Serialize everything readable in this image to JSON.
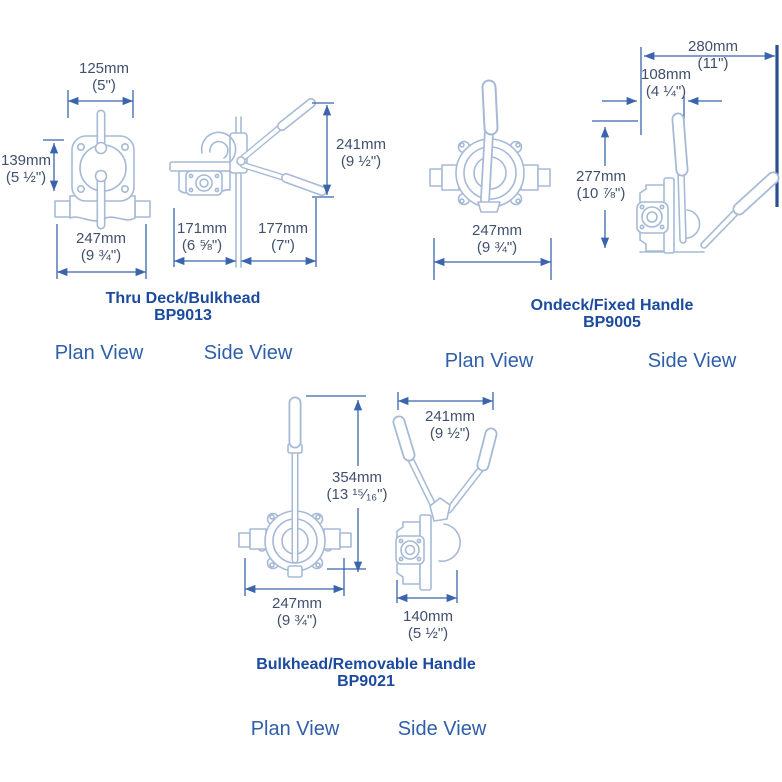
{
  "palette": {
    "line_art": "#a6bad6",
    "dimension_lines": "#3a65ae",
    "dimension_text": "#41506e",
    "title_text": "#1b4a9e",
    "view_label_text": "#2f5fa9",
    "edge_extension_line": "#27508d",
    "background": "#ffffff"
  },
  "diagram": {
    "products": [
      {
        "name": "Thru Deck/Bulkhead",
        "model": "BP9013",
        "plan_label": "Plan View",
        "side_label": "Side View",
        "dims": {
          "plan_top_mm": "125mm",
          "plan_top_in": "(5\")",
          "plan_left_mm": "139mm",
          "plan_left_in": "(5 ½\")",
          "plan_bottom_mm": "247mm",
          "plan_bottom_in": "(9 ¾\")",
          "side_height_mm": "241mm",
          "side_height_in": "(9 ½\")",
          "side_left_mm": "171mm",
          "side_left_in": "(6 ⅝\")",
          "side_right_mm": "177mm",
          "side_right_in": "(7\")"
        }
      },
      {
        "name": "Ondeck/Fixed Handle",
        "model": "BP9005",
        "plan_label": "Plan View",
        "side_label": "Side View",
        "dims": {
          "plan_bottom_mm": "247mm",
          "plan_bottom_in": "(9 ¾\")",
          "side_top_mm": "280mm",
          "side_top_in": "(11\")",
          "side_offset_mm": "108mm",
          "side_offset_in": "(4 ¼\")",
          "side_height_mm": "277mm",
          "side_height_in": "(10 ⅞\")"
        }
      },
      {
        "name": "Bulkhead/Removable Handle",
        "model": "BP9021",
        "plan_label": "Plan View",
        "side_label": "Side View",
        "dims": {
          "plan_height_mm": "354mm",
          "plan_height_in": "(13 ¹⁵⁄₁₆\")",
          "plan_bottom_mm": "247mm",
          "plan_bottom_in": "(9 ¾\")",
          "side_top_mm": "241mm",
          "side_top_in": "(9 ½\")",
          "side_bottom_mm": "140mm",
          "side_bottom_in": "(5 ½\")"
        }
      }
    ]
  }
}
